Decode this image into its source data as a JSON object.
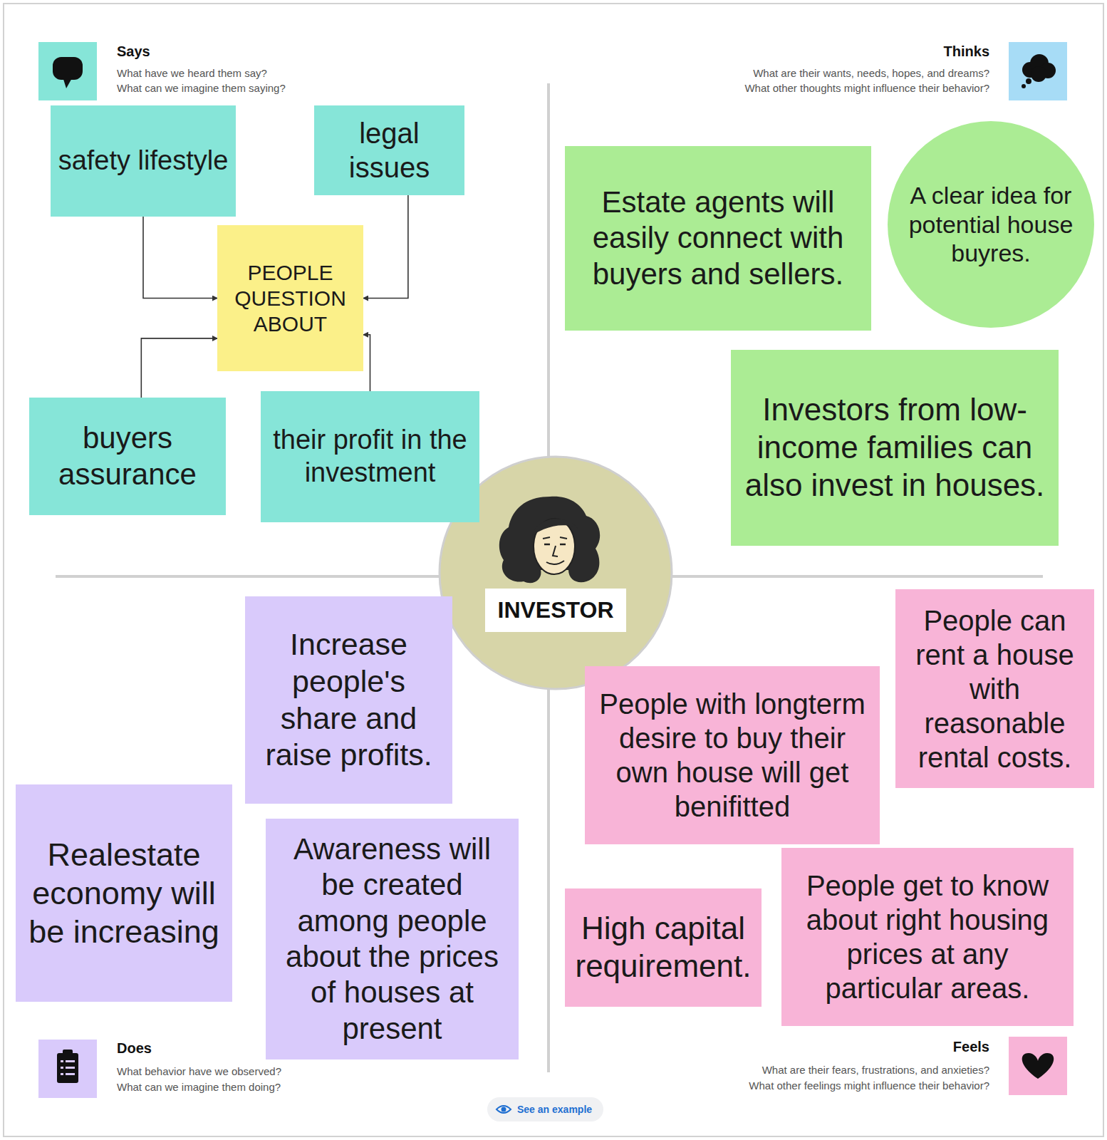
{
  "diagram": {
    "nodes": [
      {
        "text": [
          "safety lifestyle"
        ]
      },
      {
        "text": [
          "legal issues"
        ]
      },
      {
        "text": [
          "PEOPLE QUESTION ABOUT"
        ]
      },
      {
        "text": [
          "buyers assurance"
        ]
      },
      {
        "text": [
          "their profit in the investment"
        ]
      },
      {
        "text": [
          "Estate agents will easily connect with buyers and sellers."
        ]
      },
      {
        "text": [
          "A clear idea for potential house buyres."
        ]
      },
      {
        "text": [
          "Investors from low-income families can also invest in houses."
        ]
      },
      {
        "text": [
          "INVESTOR"
        ]
      },
      {
        "text": [
          "Increase people's share and raise profits."
        ]
      },
      {
        "text": [
          "People can rent a house with reasonable rental costs."
        ]
      },
      {
        "text": [
          "People with longterm desire to buy their own house will get benifitted"
        ]
      },
      {
        "text": [
          "Realestate economy will be increasing"
        ]
      },
      {
        "text": [
          "Awareness will be created among people about the prices of houses at present"
        ]
      },
      {
        "text": [
          "High capital requirement."
        ]
      },
      {
        "text": [
          "People get to know about right housing prices at any particular areas."
        ]
      }
    ],
    "edges": [
      {
        "from": 0,
        "to": 2,
        "arrow": "to"
      },
      {
        "from": 1,
        "to": 2,
        "arrow": "to"
      },
      {
        "from": 3,
        "to": 2,
        "arrow": "to"
      },
      {
        "from": 4,
        "to": 2,
        "arrow": "to"
      }
    ],
    "labels": [
      "Says",
      "What have we heard them say?",
      "What can we imagine them saying?",
      "Thinks",
      "What are their wants, needs, hopes, and dreams?",
      "What other thoughts might influence their behavior?",
      "Does",
      "What behavior have we observed?",
      "What can we imagine them doing?",
      "Feels",
      "What are their fears, frustrations, and anxieties?",
      "What other feelings might influence their behavior?",
      "See an example"
    ]
  }
}
